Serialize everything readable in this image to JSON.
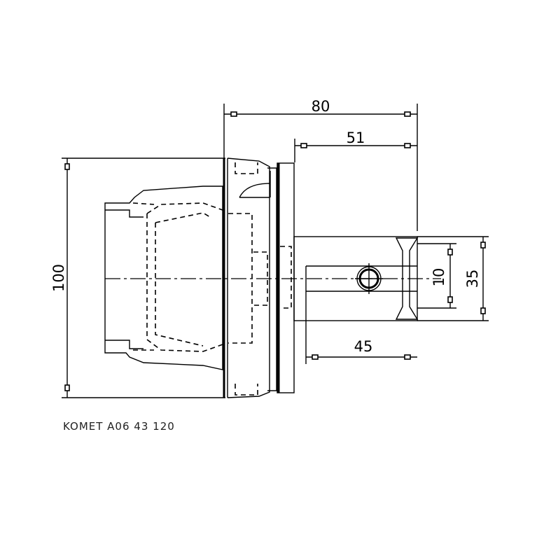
{
  "drawing": {
    "dimensions": {
      "overall_length": "80",
      "shank_projection": "51",
      "bore_depth": "45",
      "flange_diameter": "100",
      "bore_diameter": "10",
      "nose_diameter": "35"
    },
    "part_label": "KOMET   A06 43 120"
  },
  "colors": {
    "line": "#000000",
    "background": "#ffffff"
  }
}
